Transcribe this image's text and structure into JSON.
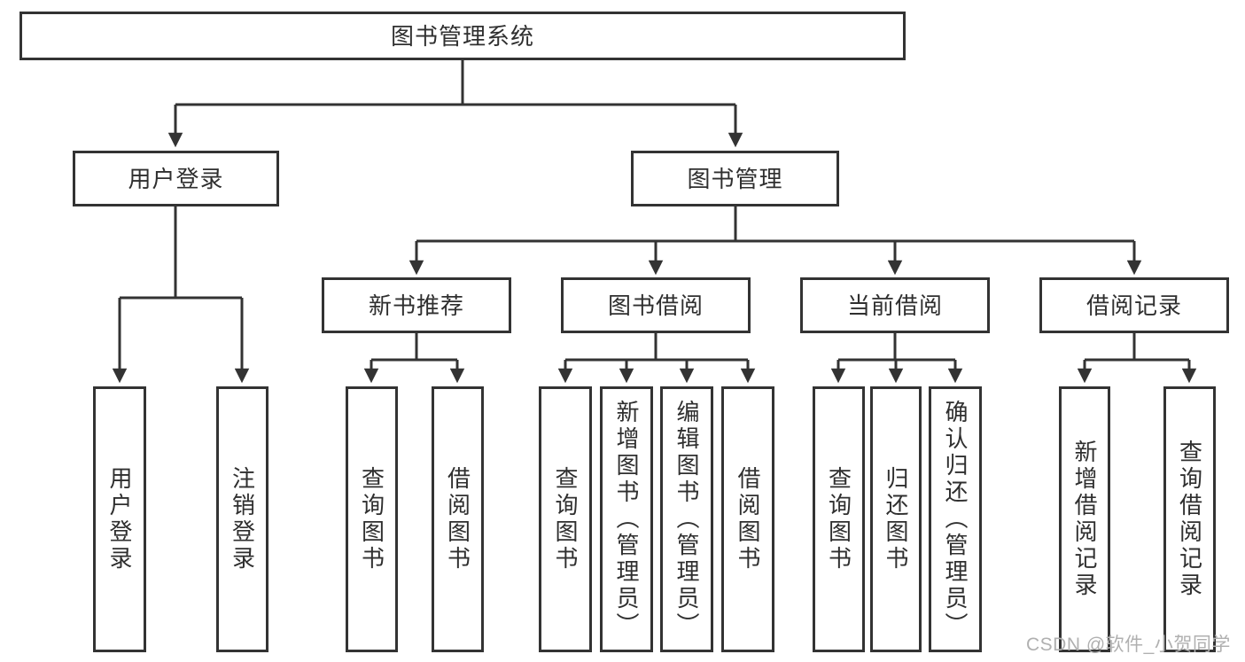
{
  "colors": {
    "line": "#333333",
    "text": "#2f2f2f",
    "background": "#ffffff",
    "box_fill": "#ffffff",
    "watermark": "#b0b0b0"
  },
  "watermark": "CSDN @软件_小贺同学",
  "tree": {
    "root": "图书管理系统",
    "children": [
      {
        "label": "用户登录",
        "leaves": [
          "用户登录",
          "注销登录"
        ]
      },
      {
        "label": "图书管理",
        "children": [
          {
            "label": "新书推荐",
            "leaves": [
              "查询图书",
              "借阅图书"
            ]
          },
          {
            "label": "图书借阅",
            "leaves": [
              "查询图书",
              "新增图书（管理员）",
              "编辑图书（管理员）",
              "借阅图书"
            ]
          },
          {
            "label": "当前借阅",
            "leaves": [
              "查询图书",
              "归还图书",
              "确认归还（管理员）"
            ]
          },
          {
            "label": "借阅记录",
            "leaves": [
              "新增借阅记录",
              "查询借阅记录"
            ]
          }
        ]
      }
    ]
  }
}
